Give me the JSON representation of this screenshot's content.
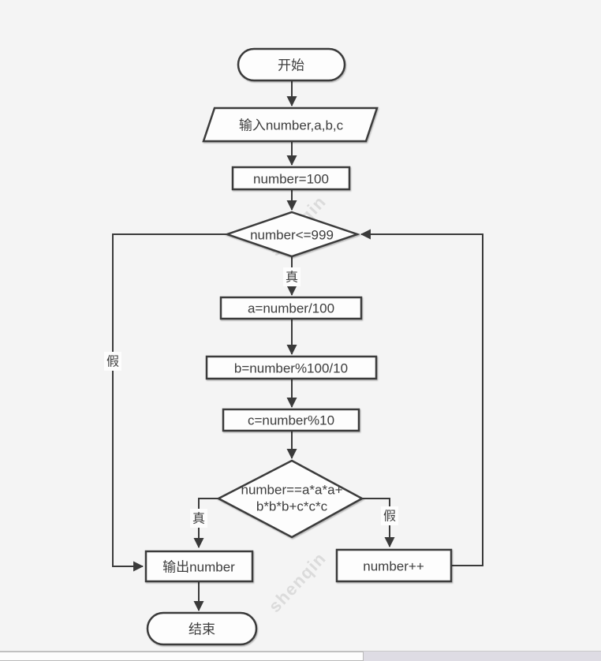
{
  "theme": {
    "canvas_bg": "#f4f4f4",
    "line": "#3a3a3a",
    "shape_fill": "#fdfdfd",
    "text": "#3d3d3d",
    "watermark": "#dbdbdb",
    "scroll_track": "#dedce4",
    "scroll_thumb": "#fdfdfd",
    "scroll_border": "#b9b9b9"
  },
  "watermark": {
    "text": "shenqin"
  },
  "nodes": {
    "start": {
      "label": "开始",
      "type": "terminator"
    },
    "input": {
      "label": "输入number,a,b,c",
      "type": "io"
    },
    "init": {
      "label": "number=100",
      "type": "process"
    },
    "loop_cond": {
      "label": "number<=999",
      "type": "decision"
    },
    "calc_a": {
      "label": "a=number/100",
      "type": "process"
    },
    "calc_b": {
      "label": "b=number%100/10",
      "type": "process"
    },
    "calc_c": {
      "label": "c=number%10",
      "type": "process"
    },
    "check": {
      "line1": "number==a*a*a+",
      "line2": "b*b*b+c*c*c",
      "type": "decision"
    },
    "output": {
      "label": "输出number",
      "type": "process"
    },
    "increment": {
      "label": "number++",
      "type": "process"
    },
    "end": {
      "label": "结束",
      "type": "terminator"
    }
  },
  "edge_labels": {
    "loop_true": "真",
    "loop_false": "假",
    "check_true": "真",
    "check_false": "假"
  }
}
